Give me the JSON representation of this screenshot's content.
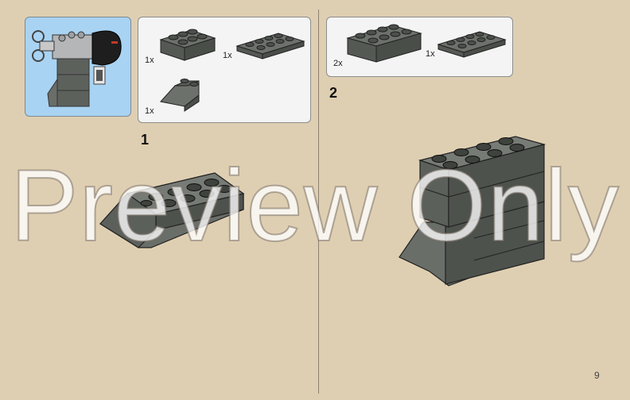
{
  "page": {
    "page_number": "9",
    "watermark": "Preview Only"
  },
  "colors": {
    "background": "#dfcfb2",
    "preview_bg": "#a9d3f2",
    "parts_bg": "#f4f4f5",
    "brick_dark_gray": "#5d615c"
  },
  "steps": [
    {
      "number": "1",
      "parts": [
        {
          "qty": "1x",
          "part": "brick-2x3-icon"
        },
        {
          "qty": "1x",
          "part": "plate-2x4-icon"
        },
        {
          "qty": "1x",
          "part": "slope-2x2-icon"
        }
      ]
    },
    {
      "number": "2",
      "parts": [
        {
          "qty": "2x",
          "part": "brick-2x4-icon"
        },
        {
          "qty": "1x",
          "part": "plate-2x4-icon"
        }
      ]
    }
  ]
}
